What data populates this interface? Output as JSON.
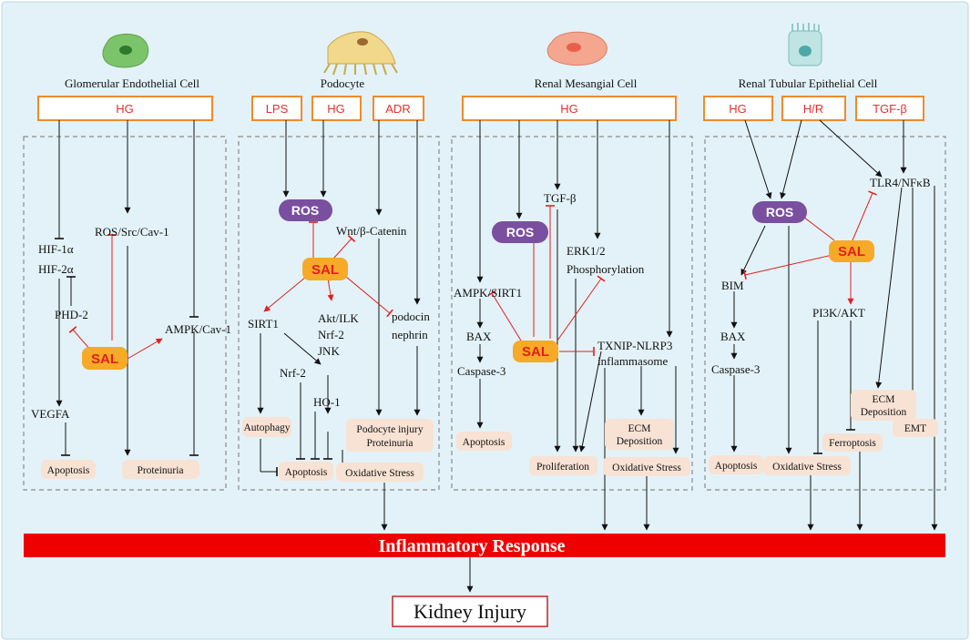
{
  "colors": {
    "background": "#e3f2f8",
    "stimulus_border": "#f08a2a",
    "stimulus_text": "#e53030",
    "sal_fill": "#f7a928",
    "sal_text": "#e0201c",
    "ros_fill": "#7a4fa0",
    "outcome_fill": "#f8e2d4",
    "inhibit_line": "#e0201c",
    "banner": "#ee0000",
    "kidney_border": "#cc2222"
  },
  "cells": {
    "glomerular": "Glomerular Endothelial Cell",
    "podocyte": "Podocyte",
    "mesangial": "Renal Mesangial Cell",
    "tubular": "Renal Tubular Epithelial Cell"
  },
  "stimuli": {
    "glom_hg": "HG",
    "pod_lps": "LPS",
    "pod_hg": "HG",
    "pod_adr": "ADR",
    "mes_hg": "HG",
    "tub_hg": "HG",
    "tub_hr": "H/R",
    "tub_tgfb": "TGF-β"
  },
  "nodes": {
    "sal": "SAL",
    "ros": "ROS",
    "glom_hif1": "HIF-1α",
    "glom_hif2": "HIF-2α",
    "glom_phd2": "PHD-2",
    "glom_vegfa": "VEGFA",
    "glom_rossrc": "ROS/Src/Cav-1",
    "glom_ampk": "AMPK/Cav-1",
    "pod_wnt": "Wnt/β-Catenin",
    "pod_sirt1": "SIRT1",
    "pod_nrf2": "Nrf-2",
    "pod_akt": "Akt/ILK",
    "pod_nrf2b": "Nrf-2",
    "pod_jnk": "JNK",
    "pod_ho1": "HO-1",
    "pod_podocin": "podocin",
    "pod_nephrin": "nephrin",
    "mes_tgfb": "TGF-β",
    "mes_erk1": "ERK1/2",
    "mes_erk2": "Phosphorylation",
    "mes_ampk": "AMPK/SIRT1",
    "mes_bax": "BAX",
    "mes_casp3": "Caspase-3",
    "mes_txnip": "TXNIP-NLRP3",
    "mes_inflam": "inflammasome",
    "tub_tlr4": "TLR4/NFκB",
    "tub_bim": "BIM",
    "tub_bax": "BAX",
    "tub_casp3": "Caspase-3",
    "tub_pi3k": "PI3K/AKT"
  },
  "outcomes": {
    "glom_apoptosis": "Apoptosis",
    "glom_proteinuria": "Proteinuria",
    "pod_autophagy": "Autophagy",
    "pod_apoptosis": "Apoptosis",
    "pod_oxidative": "Oxidative Stress",
    "pod_injury1": "Podocyte injury",
    "pod_injury2": "Proteinuria",
    "mes_apoptosis": "Apoptosis",
    "mes_ecm1": "ECM",
    "mes_ecm2": "Deposition",
    "mes_prolif": "Proliferation",
    "mes_oxidative": "Oxidative Stress",
    "tub_apoptosis": "Apoptosis",
    "tub_oxidative": "Oxidative Stress",
    "tub_emt": "EMT",
    "tub_ecm1": "ECM",
    "tub_ecm2": "Deposition",
    "tub_ferro": "Ferroptosis"
  },
  "footer": {
    "inflammatory": "Inflammatory  Response",
    "kidney": "Kidney Injury"
  }
}
